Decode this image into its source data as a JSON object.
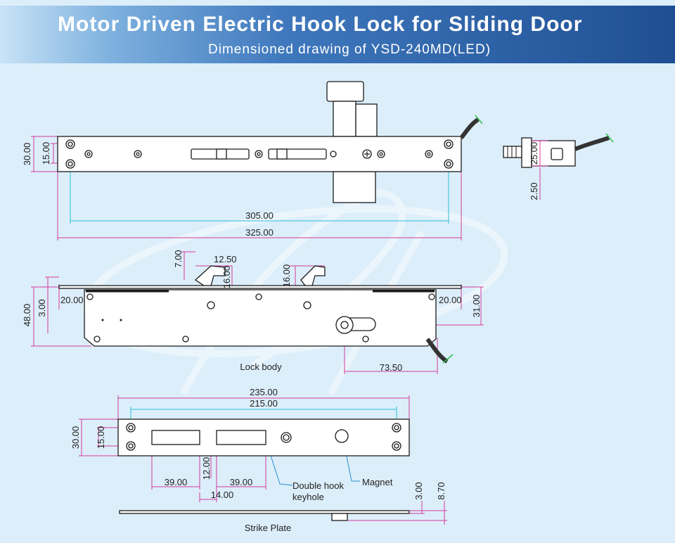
{
  "header": {
    "title": "Motor Driven Electric Hook Lock for Sliding Door",
    "subtitle": "Dimensioned drawing of YSD-240MD(LED)"
  },
  "colors": {
    "banner_dark": "#1f4f93",
    "banner_light": "#c9e3f7",
    "background": "#dceefa",
    "dimension_line": "#d43a9c",
    "centre_line": "#2cc0d8"
  },
  "views": {
    "top": {
      "dim_height": "30.00",
      "dim_hole_spacing": "15.00",
      "dim_hole_centres": "305.00",
      "dim_total_length": "325.00"
    },
    "end": {
      "dim_body_height": "25.00",
      "dim_offset": "2.50"
    },
    "lock_body": {
      "caption": "Lock body",
      "dim_hook_gap": "7.00",
      "dim_hook_width": "12.50",
      "dim_hook_height_left": "16.00",
      "dim_hook_height_right": "16.00",
      "dim_left_end": "20.00",
      "dim_right_end": "20.00",
      "dim_height": "48.00",
      "dim_face_thickness": "3.00",
      "dim_cylinder_height": "31.00",
      "dim_cylinder_offset": "73.50"
    },
    "strike_plate": {
      "caption": "Strike Plate",
      "dim_total_length": "235.00",
      "dim_hole_centres": "215.00",
      "dim_height": "30.00",
      "dim_hole_spacing": "15.00",
      "dim_slot_width_left": "39.00",
      "dim_slot_width_right": "39.00",
      "dim_slot_height": "12.00",
      "dim_slot_gap": "14.00",
      "label_keyhole": "Double hook keyhole",
      "label_magnet": "Magnet",
      "dim_plate_thickness": "3.00",
      "dim_total_thickness": "8.70"
    }
  }
}
